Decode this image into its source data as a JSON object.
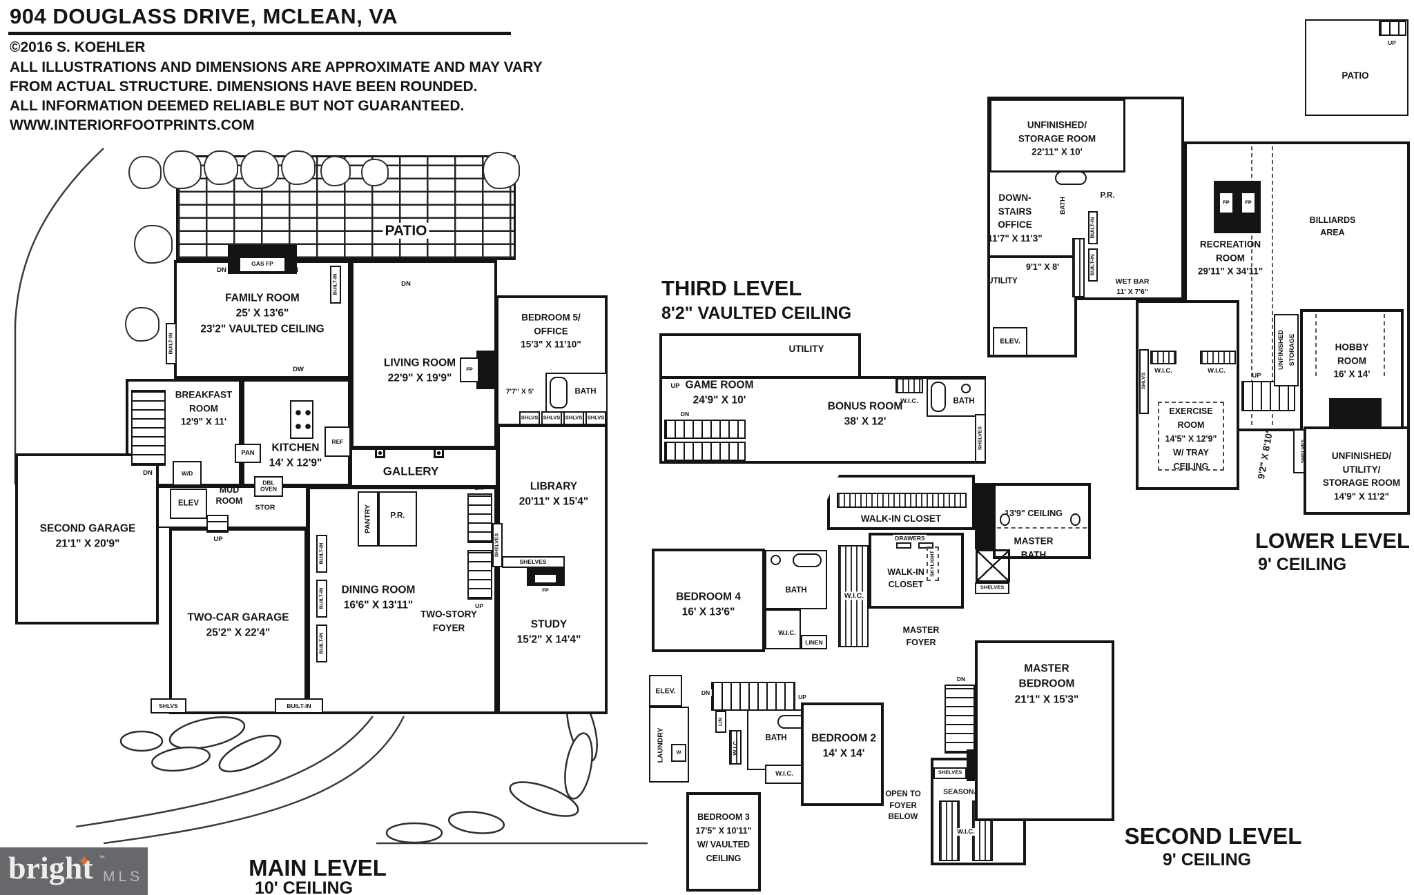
{
  "header": {
    "title": "904 DOUGLASS DRIVE, MCLEAN, VA",
    "copyright": "©2016 S. KOEHLER",
    "disclaimer_lines": [
      "ALL ILLUSTRATIONS AND DIMENSIONS ARE APPROXIMATE AND MAY VARY",
      "FROM ACTUAL STRUCTURE. DIMENSIONS HAVE BEEN ROUNDED.",
      "ALL INFORMATION DEEMED RELIABLE BUT NOT GUARANTEED."
    ],
    "website": "WWW.INTERIORFOOTPRINTS.COM"
  },
  "logo": {
    "brand": "bright",
    "star": "✦",
    "tm": "™",
    "suffix": "MLS"
  },
  "tokens": {
    "dn": "DN",
    "up": "UP",
    "fp": "FP",
    "gas_fp": "GAS FP",
    "bath": "BATH",
    "wic": "W.I.C.",
    "shlvs": "SHLVS",
    "shelves": "SHELVES",
    "built_in": "BUILT-IN",
    "elev": "ELEV",
    "elev_dot": "ELEV.",
    "ref": "REF",
    "pan": "PAN",
    "dw": "DW",
    "wd": "W/D",
    "stor": "STOR",
    "dbl_oven": "DBL OVEN",
    "pantry": "PANTRY",
    "pr": "P.R.",
    "lin": "LIN",
    "linen": "LINEN",
    "laundry": "LAUNDRY",
    "w": "W",
    "utility": "UTILITY",
    "patio": "PATIO",
    "gallery": "GALLERY",
    "drawers": "DRAWERS",
    "skylight": "SKYLIGHT",
    "mud_room": "MUD ROOM"
  },
  "main_level": {
    "caption": "MAIN LEVEL",
    "ceiling": "10' CEILING",
    "family_room": [
      "FAMILY ROOM",
      "25' X 13'6\"",
      "23'2\" VAULTED CEILING"
    ],
    "living_room": [
      "LIVING ROOM",
      "22'9\" X 19'9\""
    ],
    "bedroom5": [
      "BEDROOM 5/",
      "OFFICE",
      "15'3\" X 11'10\""
    ],
    "bed5_closet": "7'7\" X 5'",
    "breakfast": [
      "BREAKFAST",
      "ROOM",
      "12'9\" X 11'"
    ],
    "kitchen": [
      "KITCHEN",
      "14' X 12'9\""
    ],
    "second_garage": [
      "SECOND GARAGE",
      "21'1\" X 20'9\""
    ],
    "two_car_garage": [
      "TWO-CAR GARAGE",
      "25'2\" X 22'4\""
    ],
    "dining": [
      "DINING ROOM",
      "16'6\" X 13'11\""
    ],
    "foyer": [
      "TWO-STORY",
      "FOYER"
    ],
    "library": [
      "LIBRARY",
      "20'11\" X 15'4\""
    ],
    "study": [
      "STUDY",
      "15'2\" X 14'4\""
    ]
  },
  "third_level": {
    "caption": "THIRD LEVEL",
    "ceiling": "8'2\" VAULTED CEILING",
    "game_room": [
      "GAME ROOM",
      "24'9\" X 10'"
    ],
    "bonus_room": [
      "BONUS ROOM",
      "38' X 12'"
    ]
  },
  "lower_level": {
    "caption": "LOWER LEVEL",
    "ceiling": "9' CEILING",
    "unfinished_storage": [
      "UNFINISHED/",
      "STORAGE ROOM",
      "22'11\" X 10'"
    ],
    "office": [
      "DOWN-",
      "STAIRS",
      "OFFICE",
      "11'7\" X 11'3\""
    ],
    "office_area": "9'1\" X 8'",
    "wet_bar": [
      "WET BAR",
      "11' X 7'6\""
    ],
    "recreation": [
      "RECREATION",
      "ROOM",
      "29'11\" X 34'11\""
    ],
    "billiards": [
      "BILLIARDS",
      "AREA"
    ],
    "exercise": [
      "EXERCISE",
      "ROOM",
      "14'5\" X 12'9\"",
      "W/ TRAY",
      "CEILING"
    ],
    "unfin_storage_v": [
      "UNFINISHED",
      "STORAGE"
    ],
    "area_9_2": "9'2\" X 8'10\"",
    "hobby": [
      "HOBBY",
      "ROOM",
      "16' X 14'"
    ],
    "unfin_utility": [
      "UNFINISHED/",
      "UTILITY/",
      "STORAGE ROOM",
      "14'9\" X 11'2\""
    ]
  },
  "second_level": {
    "caption": "SECOND LEVEL",
    "ceiling": "9' CEILING",
    "walk_in_closet": "WALK-IN CLOSET",
    "walk_in_closet2": [
      "WALK-IN",
      "CLOSET"
    ],
    "ceiling_139": "13'9\" CEILING",
    "master_bath": [
      "MASTER",
      "BATH"
    ],
    "master_foyer": [
      "MASTER",
      "FOYER"
    ],
    "bedroom4": [
      "BEDROOM 4",
      "16' X 13'6\""
    ],
    "bedroom2": [
      "BEDROOM 2",
      "14' X 14'"
    ],
    "bedroom3": [
      "BEDROOM 3",
      "17'5\" X 10'11\"",
      "W/ VAULTED",
      "CEILING"
    ],
    "master_bedroom": [
      "MASTER",
      "BEDROOM",
      "21'1\" X 15'3\""
    ],
    "open_foyer": [
      "OPEN TO",
      "FOYER",
      "BELOW"
    ],
    "seasonal": "SEASONAL CLOSET"
  }
}
